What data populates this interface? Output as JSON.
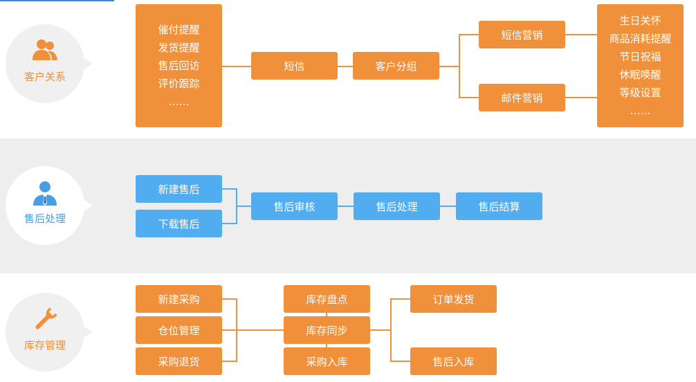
{
  "sections": {
    "crm": {
      "title": "客户关系",
      "reminders": [
        "催付提醒",
        "发货提醒",
        "售后回访",
        "评价跟踪",
        "……"
      ],
      "sms": "短信",
      "grouping": "客户分组",
      "sms_marketing": "短信营销",
      "email_marketing": "邮件营销",
      "care_items": [
        "生日关怀",
        "商品消耗提醒",
        "节日祝福",
        "休眠唤醒",
        "等级设置",
        "……"
      ]
    },
    "aftersale": {
      "title": "售后处理",
      "new": "新建售后",
      "download": "下载售后",
      "review": "售后审核",
      "process": "售后处理",
      "settle": "售后结算"
    },
    "inventory": {
      "title": "库存管理",
      "new_purchase": "新建采购",
      "location": "仓位管理",
      "purchase_return": "采购退货",
      "stocktake": "库存盘点",
      "sync": "库存同步",
      "purchase_in": "采购入库",
      "order_ship": "订单发货",
      "aftersale_in": "售后入库"
    }
  },
  "colors": {
    "orange": "#f0903a",
    "blue": "#52adf0",
    "gray_band": "#eeeeee"
  },
  "icons": {
    "crm": "users-icon",
    "aftersale": "service-person-icon",
    "inventory": "wrench-icon"
  }
}
